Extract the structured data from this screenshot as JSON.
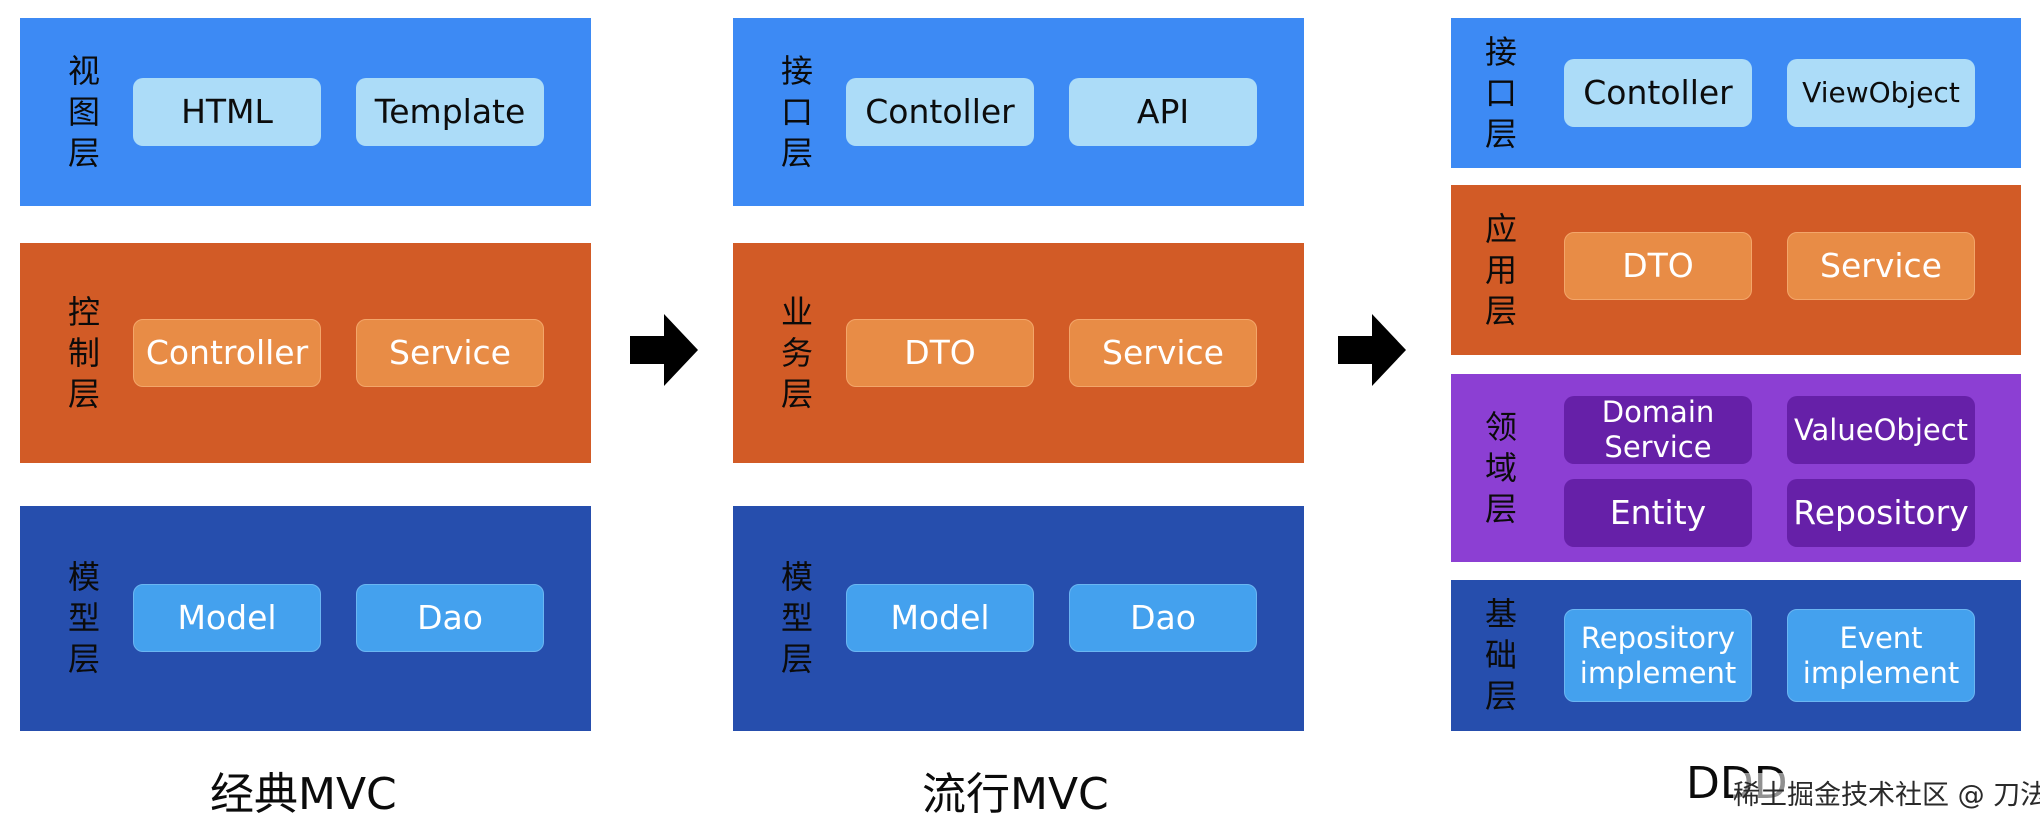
{
  "columns": [
    {
      "caption": "经典MVC",
      "layers": [
        {
          "label": [
            "视",
            "图",
            "层"
          ],
          "items": [
            "HTML",
            "Template"
          ]
        },
        {
          "label": [
            "控",
            "制",
            "层"
          ],
          "items": [
            "Controller",
            "Service"
          ]
        },
        {
          "label": [
            "模",
            "型",
            "层"
          ],
          "items": [
            "Model",
            "Dao"
          ]
        }
      ]
    },
    {
      "caption": "流行MVC",
      "layers": [
        {
          "label": [
            "接",
            "口",
            "层"
          ],
          "items": [
            "Contoller",
            "API"
          ]
        },
        {
          "label": [
            "业",
            "务",
            "层"
          ],
          "items": [
            "DTO",
            "Service"
          ]
        },
        {
          "label": [
            "模",
            "型",
            "层"
          ],
          "items": [
            "Model",
            "Dao"
          ]
        }
      ]
    },
    {
      "caption": "DDD",
      "layers": [
        {
          "label": [
            "接",
            "口",
            "层"
          ],
          "items": [
            "Contoller",
            "ViewObject"
          ]
        },
        {
          "label": [
            "应",
            "用",
            "层"
          ],
          "items": [
            "DTO",
            "Service"
          ]
        },
        {
          "label": [
            "领",
            "域",
            "层"
          ],
          "items": [
            "Domain Service",
            "ValueObject",
            "Entity",
            "Repository"
          ]
        },
        {
          "label": [
            "基",
            "础",
            "层"
          ],
          "items": [
            "Repository implement",
            "Event implement"
          ]
        }
      ]
    }
  ],
  "watermark": "稀土掘金技术社区 @ 刀法如飞",
  "colors": {
    "interface_layer": "#3d8af4",
    "service_layer": "#d25b26",
    "model_layer": "#264ead",
    "domain_layer": "#8c3fd3"
  }
}
